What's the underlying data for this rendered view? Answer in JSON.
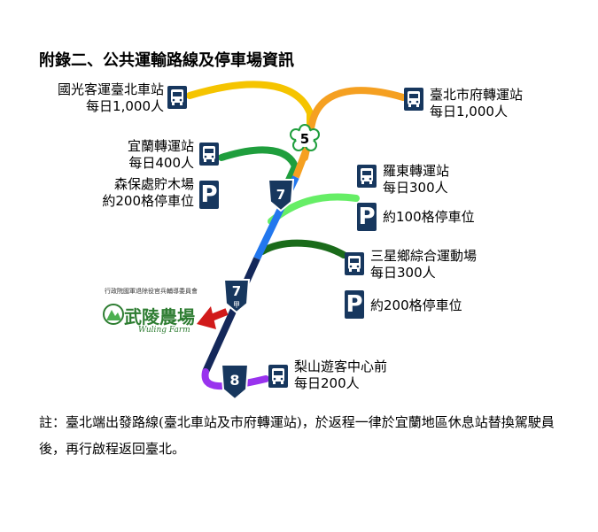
{
  "title": "附錄二、公共運輸路線及停車場資訊",
  "stops": {
    "kuo_kuang": {
      "name": "國光客運臺北車站",
      "count": "每日1,000人"
    },
    "city_hall": {
      "name": "臺北市府轉運站",
      "count": "每日1,000人"
    },
    "yilan": {
      "name": "宜蘭轉運站",
      "count": "每日400人"
    },
    "forestry": {
      "name": "森保處貯木場",
      "parking": "約200格停車位"
    },
    "luodong": {
      "name": "羅東轉運站",
      "count": "每日300人",
      "parking": "約100格停車位"
    },
    "sanxing": {
      "name": "三星鄉綜合運動場",
      "count": "每日300人",
      "parking": "約200格停車位"
    },
    "lishan": {
      "name": "梨山遊客中心前",
      "count": "每日200人"
    }
  },
  "routes": {
    "r5": "5",
    "r7": "7",
    "r7a": "7",
    "r7a_sub": "甲",
    "r8": "8"
  },
  "parking_symbol": "P",
  "logo": {
    "agency": "行政院國軍退除役官兵輔導委員會",
    "name": "武陵農場",
    "sub": "Wuling Farm"
  },
  "note": "註：臺北端出發路線(臺北車站及市府轉運站)，於返程一律於宜蘭地區休息站替換駕駛員後，再行啟程返回臺北。",
  "colors": {
    "yellow": "#f5c400",
    "orange": "#f5a021",
    "green": "#1f9e3d",
    "light_green": "#66ee66",
    "dark_green": "#1a6b1a",
    "blue": "#2277ee",
    "navy": "#14285a",
    "purple": "#9933ee",
    "red_arrow": "#d11a1a",
    "box": "#17375e"
  }
}
